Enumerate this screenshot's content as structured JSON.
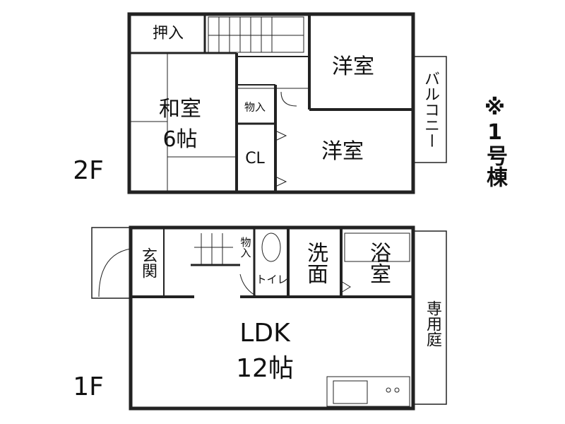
{
  "floors": {
    "second": {
      "label": "2F",
      "rooms": {
        "oshiire": "押入",
        "western_room_1": "洋室",
        "japanese_room": "和室",
        "japanese_room_size": "6帖",
        "storage": "物入",
        "closet": "CL",
        "western_room_2": "洋室",
        "balcony": "バルコニー"
      }
    },
    "first": {
      "label": "1F",
      "rooms": {
        "entrance": "玄関",
        "storage": "物入",
        "toilet": "トイレ",
        "washroom": "洗面",
        "bathroom": "浴室",
        "private_garden": "専用庭",
        "ldk": "LDK",
        "ldk_size": "12帖",
        "stove": "○○"
      }
    }
  },
  "building_note": "※1号棟"
}
